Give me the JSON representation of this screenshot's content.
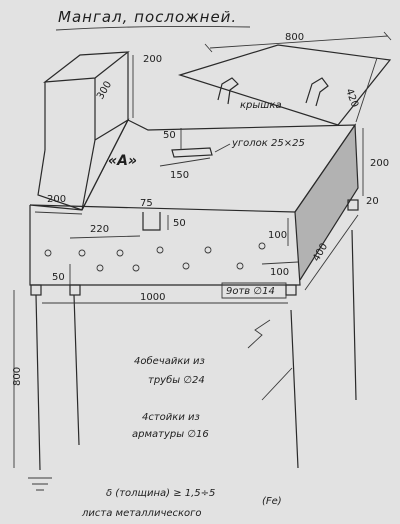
{
  "title": "Мангал, посложней.",
  "labels": {
    "lid": "крышка",
    "angle": "уголок 25×25",
    "box_mark": "«А»",
    "holes": "9отв ∅14",
    "note1_line1": "4обечайки из",
    "note1_line2": "трубы ∅24",
    "note2_line1": "4стойки из",
    "note2_line2": "арматуры ∅16",
    "bottom_line1": "δ (толщина) ≥ 1,5÷5",
    "bottom_line2": "листа металлического",
    "bottom_fe": "(Fe)"
  },
  "dimensions": {
    "lid_len": "800",
    "lid_w": "420",
    "chimney_h": "200",
    "chimney_w": "300",
    "small_50": "50",
    "angle_len": "150",
    "left_200": "200",
    "d_75": "75",
    "d_50a": "50",
    "d_220": "220",
    "right_200": "200",
    "d_20": "20",
    "d_100a": "100",
    "d_100b": "100",
    "d_400": "400",
    "d_50b": "50",
    "d_1000": "1000",
    "d_800": "800"
  }
}
